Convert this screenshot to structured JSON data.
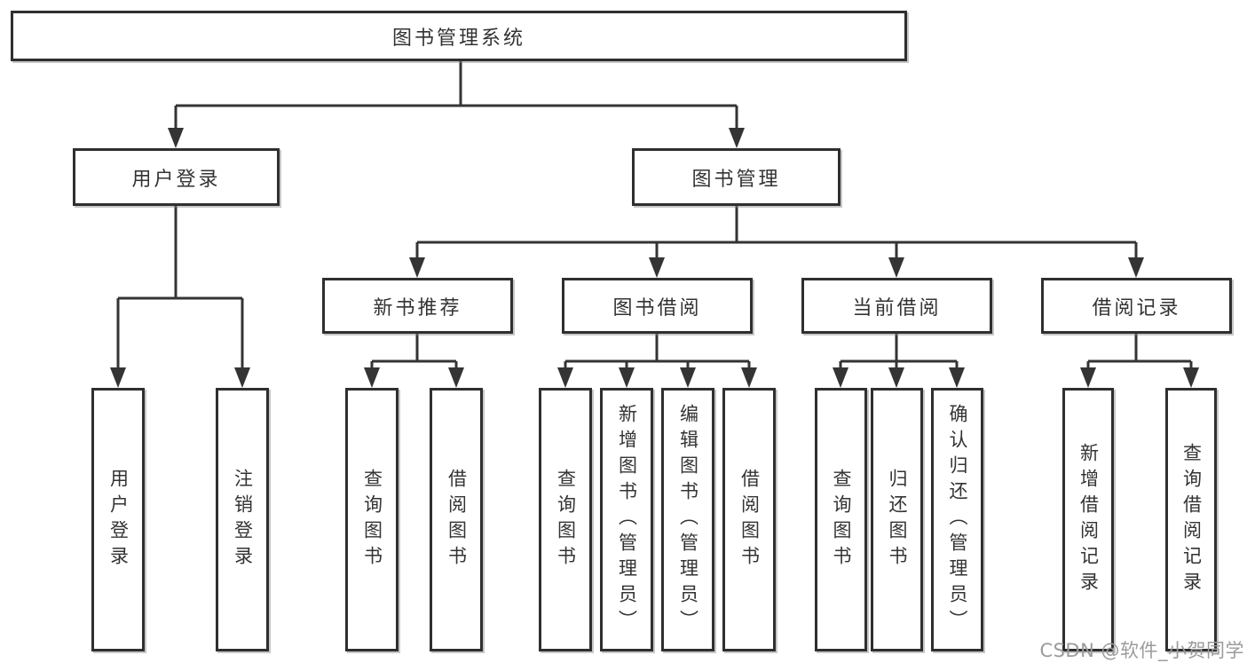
{
  "diagram": {
    "type": "tree-diagram",
    "root": {
      "label": "图书管理系统"
    },
    "level2": [
      {
        "label": "用户登录",
        "children": [
          {
            "label": "用户登录"
          },
          {
            "label": "注销登录"
          }
        ]
      },
      {
        "label": "图书管理",
        "children": [
          {
            "label": "新书推荐",
            "children": [
              {
                "label": "查询图书"
              },
              {
                "label": "借阅图书"
              }
            ]
          },
          {
            "label": "图书借阅",
            "children": [
              {
                "label": "查询图书"
              },
              {
                "label": "新增图书（管理员）"
              },
              {
                "label": "编辑图书（管理员）"
              },
              {
                "label": "借阅图书"
              }
            ]
          },
          {
            "label": "当前借阅",
            "children": [
              {
                "label": "查询图书"
              },
              {
                "label": "归还图书"
              },
              {
                "label": "确认归还（管理员）"
              }
            ]
          },
          {
            "label": "借阅记录",
            "children": [
              {
                "label": "新增借阅记录"
              },
              {
                "label": "查询借阅记录"
              }
            ]
          }
        ]
      }
    ]
  },
  "watermark": {
    "text": "CSDN @软件_小贺同学"
  },
  "colors": {
    "background": "#ffffff",
    "line": "#343434",
    "box_border": "#2f2f2f",
    "text": "#333333",
    "watermark": "#9b9b9b"
  }
}
